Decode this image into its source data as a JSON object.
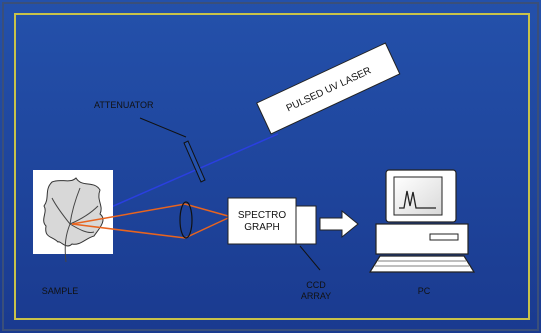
{
  "labels": {
    "attenuator": "ATTENUATOR",
    "laser": "PULSED UV LASER",
    "spectro_line1": "SPECTRO",
    "spectro_line2": "GRAPH",
    "ccd_line1": "CCD",
    "ccd_line2": "ARRAY",
    "pc": "PC",
    "sample": "SAMPLE"
  },
  "colors": {
    "background": "#1d3f96",
    "frame_outer": "#8a8640",
    "frame_inner": "#c8c24a",
    "laser_beam": "#2a3fe0",
    "fluorescence_beam": "#e8641f",
    "components_fill": "#ffffff",
    "line": "#111111"
  }
}
